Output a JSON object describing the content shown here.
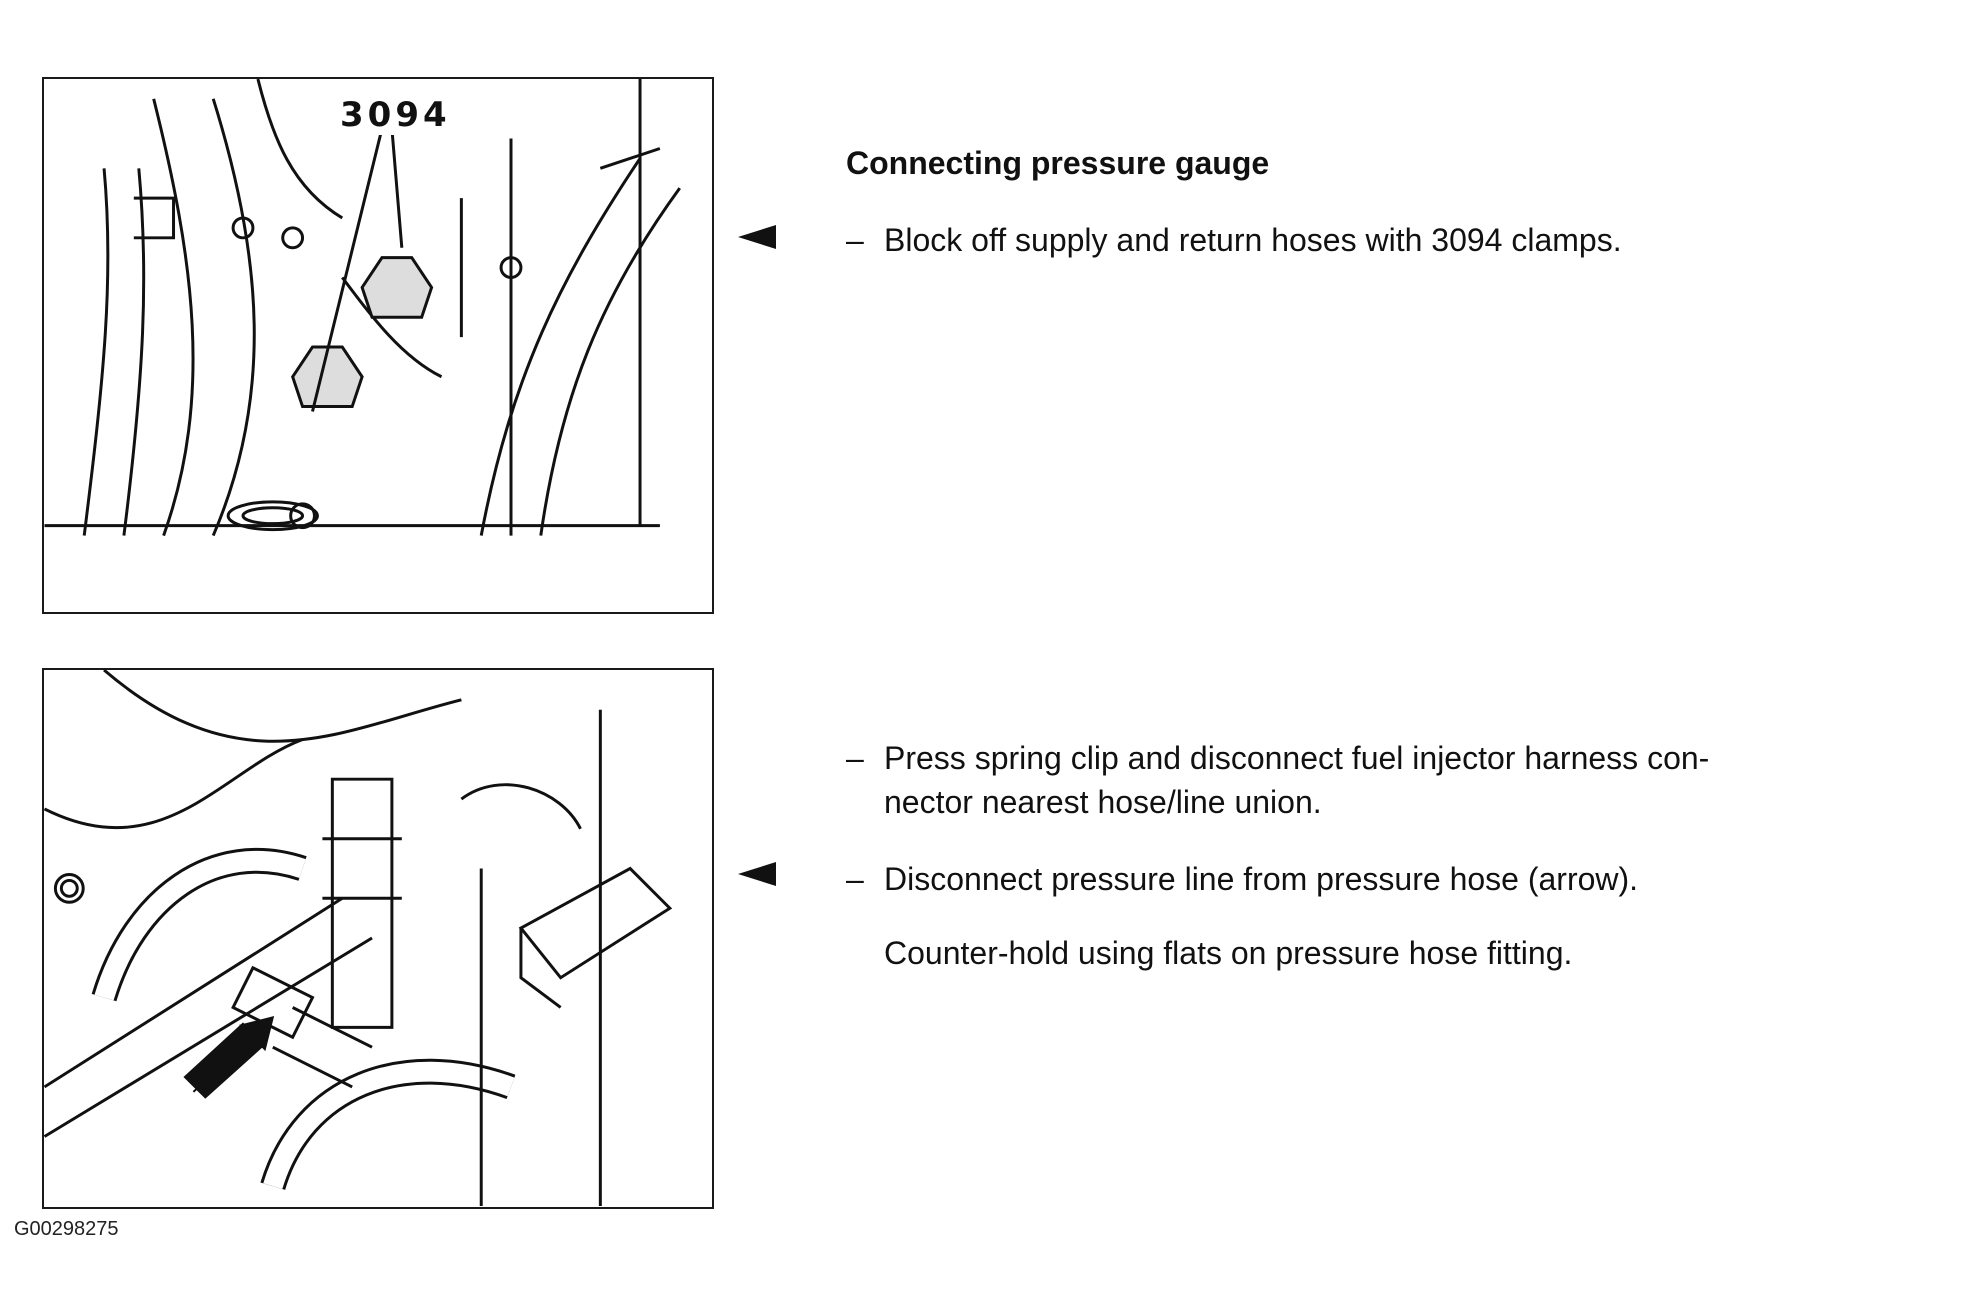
{
  "figures": [
    {
      "label": "3094"
    },
    {
      "label": ""
    }
  ],
  "section": {
    "heading": "Connecting pressure gauge"
  },
  "steps": {
    "dash": "–",
    "block_off": "Block off supply and return hoses with 3094 clamps.",
    "press_clip": "Press spring clip and disconnect fuel injector harness con-\nnector nearest hose/line union.",
    "disconnect": "Disconnect pressure line from pressure hose (arrow).",
    "counter_hold": "Counter-hold using flats on pressure hose fitting."
  },
  "figure_code": "G00298275"
}
